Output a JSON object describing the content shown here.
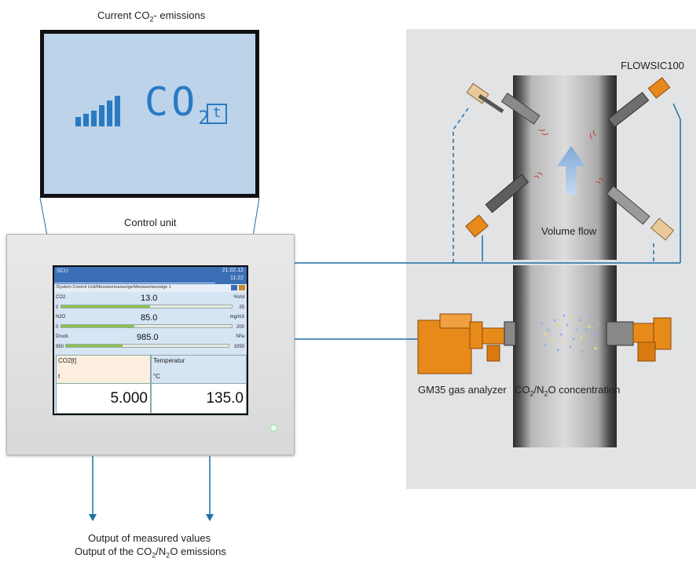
{
  "labels": {
    "current_emissions": {
      "pre": "Current CO",
      "sub": "2",
      "post": "- emissions"
    },
    "control_unit": "Control unit",
    "flowsic": "FLOWSIC100",
    "volume_flow": "Volume flow",
    "gm35": "GM35 gas analyzer",
    "concentration": {
      "p1": "CO",
      "s1": "2",
      "p2": "/N",
      "s2": "2",
      "p3": "O concentration"
    },
    "output_values": "Output of measured values",
    "output_emissions": {
      "pre": "Output of the CO",
      "s1": "2",
      "mid": "/N",
      "s2": "2",
      "post": "O emissions"
    }
  },
  "display": {
    "co2_main": "CO",
    "co2_sub": "2",
    "unit": "t"
  },
  "screen": {
    "title": "SCU",
    "date": "21.02.12",
    "time": "11:22",
    "breadcrumb": "/System Control Unit/Messwerteanzeige/Messwertanzeige 1",
    "rows": [
      {
        "name": "CO2",
        "value": "13.0",
        "unit": "%Vol",
        "min": "0",
        "max": "25",
        "fill": 0.52
      },
      {
        "name": "N2O",
        "value": "85.0",
        "unit": "mg/m3",
        "min": "0",
        "max": "200",
        "fill": 0.43
      },
      {
        "name": "Druck",
        "value": "985.0",
        "unit": "hPa",
        "min": "950",
        "max": "1050",
        "fill": 0.35
      }
    ],
    "tiles": [
      {
        "title": "CO2[t]",
        "unit": "t",
        "value": "5.000"
      },
      {
        "title": "Temperatur",
        "unit": "°C",
        "value": "135.0"
      }
    ]
  },
  "colors": {
    "accent_blue": "#1e6fa5",
    "device_orange": "#e88a1a",
    "display_blue": "#2a7ac2",
    "bar_green": "#8fc04b"
  }
}
